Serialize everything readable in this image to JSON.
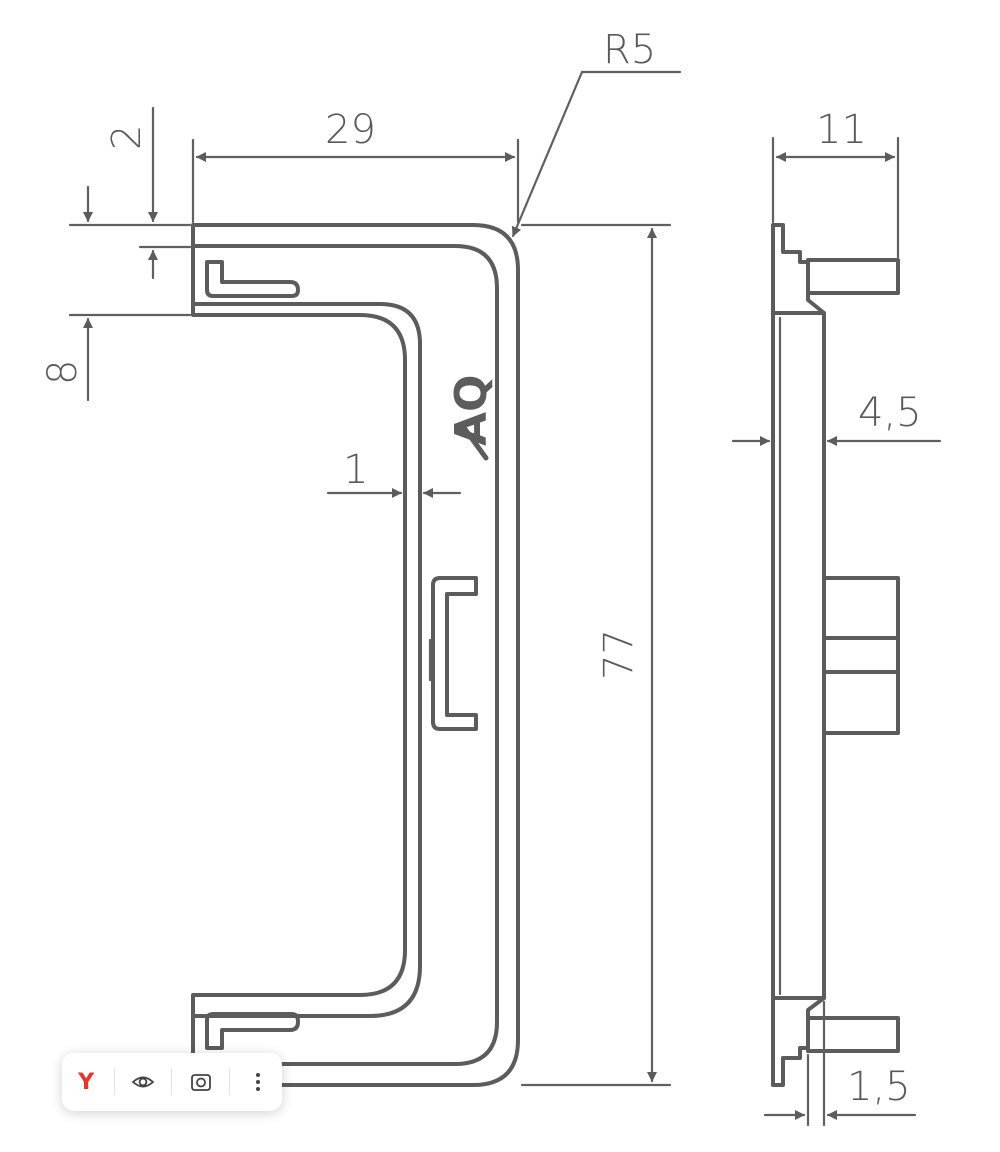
{
  "dimensions": {
    "radius": "R5",
    "width_top": "29",
    "lip": "2",
    "flange": "8",
    "wall": "1",
    "height": "77",
    "side_width": "11",
    "side_thickness": "4,5",
    "side_plate": "1,5"
  },
  "logo_text": "AQ",
  "toolbar": {
    "icons": [
      "yandex-logo-icon",
      "eye-icon",
      "camera-lens-icon",
      "more-vertical-icon"
    ],
    "yandex_glyph": "Y"
  }
}
